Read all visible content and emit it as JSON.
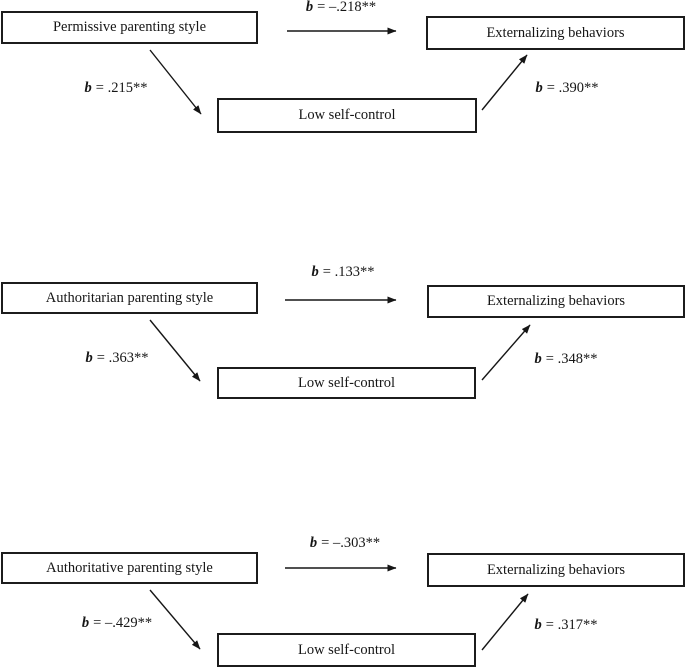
{
  "figure": {
    "background": "#ffffff",
    "ink_color": "#161616",
    "mediator_label": "Low self-control",
    "outcome_label": "Externalizing behaviors",
    "panels": [
      {
        "id": "permissive",
        "predictor": "Permissive parenting style",
        "mediator": "Low self-control",
        "outcome": "Externalizing behaviors",
        "paths": {
          "direct": {
            "symbol": "b",
            "value": "= –.218**"
          },
          "to_mediator": {
            "symbol": "b",
            "value": "= .215**"
          },
          "from_mediator": {
            "symbol": "b",
            "value": "= .390**"
          }
        }
      },
      {
        "id": "authoritarian",
        "predictor": "Authoritarian parenting style",
        "mediator": "Low self-control",
        "outcome": "Externalizing behaviors",
        "paths": {
          "direct": {
            "symbol": "b",
            "value": "= .133**"
          },
          "to_mediator": {
            "symbol": "b",
            "value": "= .363**"
          },
          "from_mediator": {
            "symbol": "b",
            "value": "= .348**"
          }
        }
      },
      {
        "id": "authoritative",
        "predictor": "Authoritative parenting style",
        "mediator": "Low self-control",
        "outcome": "Externalizing behaviors",
        "paths": {
          "direct": {
            "symbol": "b",
            "value": "= –.303**"
          },
          "to_mediator": {
            "symbol": "b",
            "value": "= –.429**"
          },
          "from_mediator": {
            "symbol": "b",
            "value": "= .317**"
          }
        }
      }
    ]
  }
}
